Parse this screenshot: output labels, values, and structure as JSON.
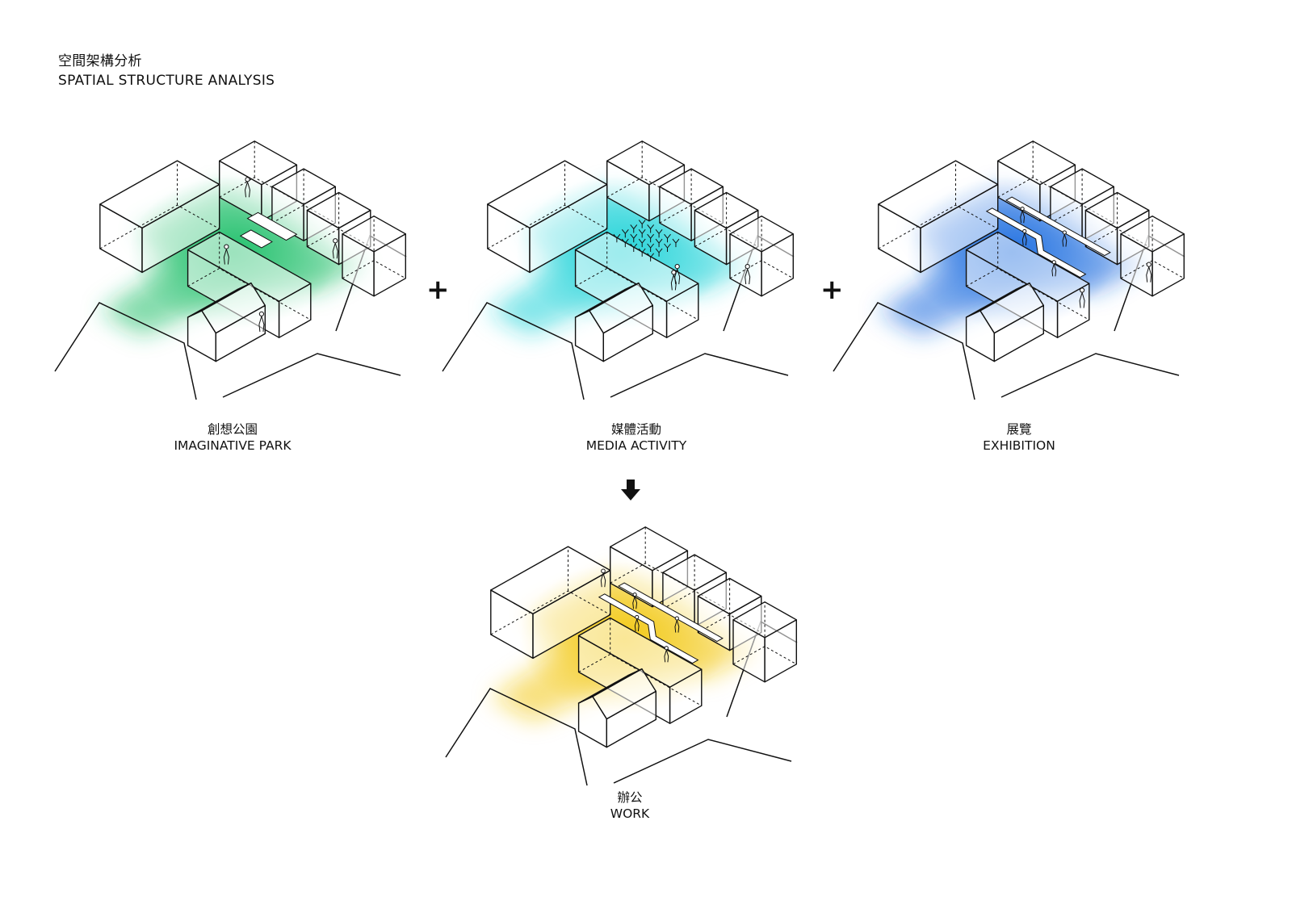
{
  "header": {
    "title_zh": "空間架構分析",
    "title_en": "SPATIAL STRUCTURE ANALYSIS"
  },
  "colors": {
    "park": "#1fbf6a",
    "media": "#22d3d8",
    "exhibition": "#1f6fe0",
    "work": "#f2c812",
    "line": "#111111"
  },
  "panels": [
    {
      "key": "park",
      "label_zh": "創想公園",
      "label_en": "IMAGINATIVE PARK",
      "color": "#1fbf6a"
    },
    {
      "key": "media",
      "label_zh": "媒體活動",
      "label_en": "MEDIA ACTIVITY",
      "color": "#22d3d8"
    },
    {
      "key": "exhibition",
      "label_zh": "展覽",
      "label_en": "EXHIBITION",
      "color": "#1f6fe0"
    },
    {
      "key": "work",
      "label_zh": "辦公",
      "label_en": "WORK",
      "color": "#f2c812"
    }
  ],
  "operators": {
    "plus": "+"
  },
  "icons": {
    "result": "arrow-down-icon"
  }
}
